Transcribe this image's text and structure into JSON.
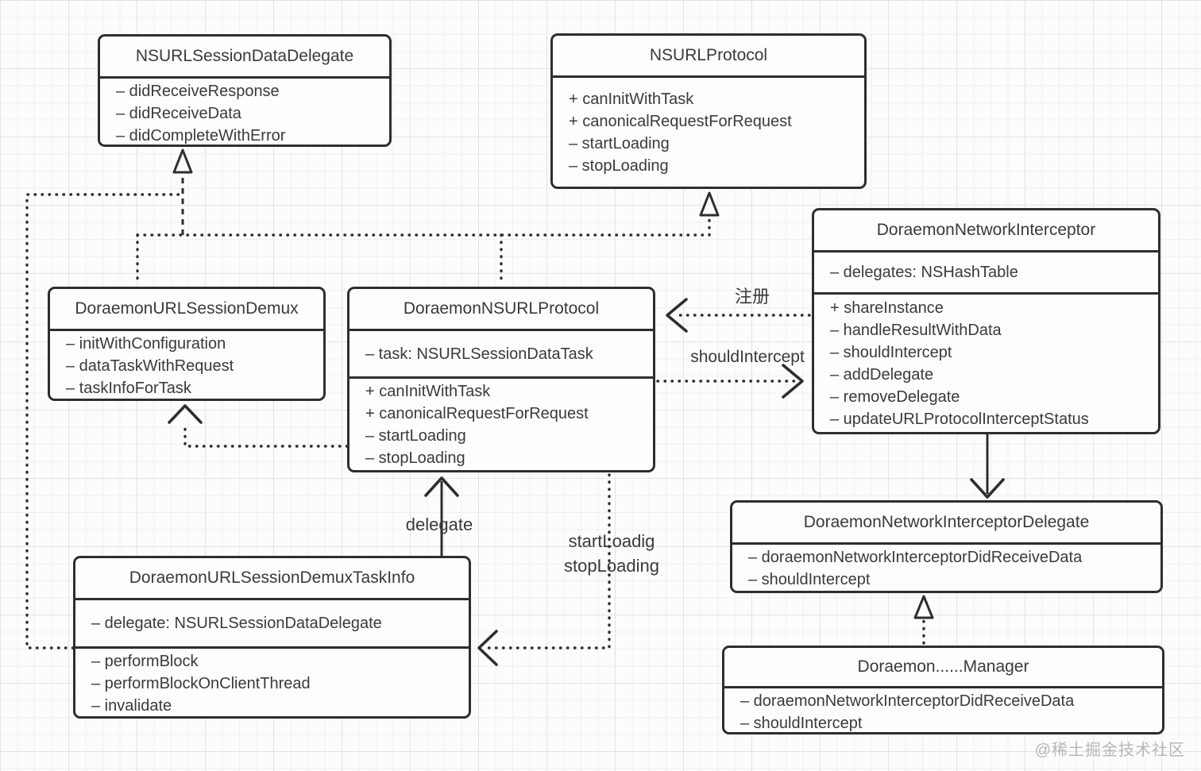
{
  "colors": {
    "stroke": "#2e2e2e",
    "text": "#3a3a3a",
    "box_bg": "#fdfdfd",
    "grid_minor": "#efefef",
    "grid_major": "#e3e3e3",
    "watermark": "#b7b7b7"
  },
  "classes": [
    {
      "name": "NSURLSessionDataDelegate",
      "sections": [
        [
          "– didReceiveResponse",
          "– didReceiveData",
          "– didCompleteWithError"
        ]
      ]
    },
    {
      "name": "NSURLProtocol",
      "sections": [
        [
          "+ canInitWithTask",
          "+ canonicalRequestForRequest",
          "– startLoading",
          "– stopLoading"
        ]
      ]
    },
    {
      "name": "DoraemonNetworkInterceptor",
      "sections": [
        [
          "– delegates: NSHashTable"
        ],
        [
          "+ shareInstance",
          "– handleResultWithData",
          "– shouldIntercept",
          "– addDelegate",
          "– removeDelegate",
          "– updateURLProtocolInterceptStatus"
        ]
      ]
    },
    {
      "name": "DoraemonURLSessionDemux",
      "sections": [
        [
          "– initWithConfiguration",
          "– dataTaskWithRequest",
          "– taskInfoForTask"
        ]
      ]
    },
    {
      "name": "DoraemonNSURLProtocol",
      "sections": [
        [
          "– task: NSURLSessionDataTask"
        ],
        [
          "+ canInitWithTask",
          "+ canonicalRequestForRequest",
          "– startLoading",
          "– stopLoading"
        ]
      ]
    },
    {
      "name": "DoraemonNetworkInterceptorDelegate",
      "sections": [
        [
          "– doraemonNetworkInterceptorDidReceiveData",
          "– shouldIntercept"
        ]
      ]
    },
    {
      "name": "DoraemonURLSessionDemuxTaskInfo",
      "sections": [
        [
          "– delegate: NSURLSessionDataDelegate"
        ],
        [
          "– performBlock",
          "– performBlockOnClientThread",
          "– invalidate"
        ]
      ]
    },
    {
      "name": "Doraemon......Manager",
      "sections": [
        [
          "– doraemonNetworkInterceptorDidReceiveData",
          "– shouldIntercept"
        ]
      ]
    }
  ],
  "edge_labels": {
    "register": "注册",
    "should_intercept": "shouldIntercept",
    "delegate": "delegate",
    "start_loading": "startLoadig",
    "stop_loading": "stopLoading"
  },
  "watermark": {
    "text": "@稀土掘金技术社区"
  }
}
